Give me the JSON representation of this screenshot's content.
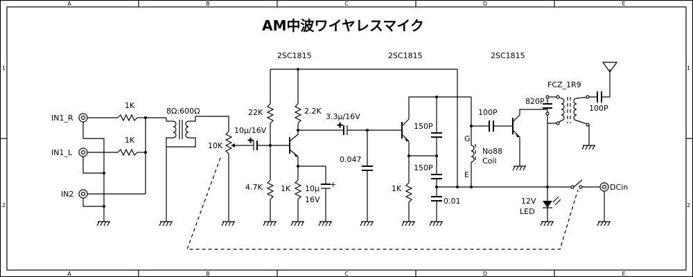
{
  "title": "AM中波ワイヤレスマイク",
  "grid": {
    "columns": [
      "A",
      "B",
      "C",
      "D",
      "E"
    ],
    "rows": [
      "1",
      "2"
    ]
  },
  "inputs": {
    "in1_r": "IN1_R",
    "in1_l": "IN1_L",
    "in2": "IN2",
    "dcin": "DCin"
  },
  "transistors": {
    "q1": "2SC1815",
    "q2": "2SC1815",
    "q3": "2SC1815"
  },
  "components": {
    "r_in1": "1K",
    "r_in2": "1K",
    "transformer": "8Ω:600Ω",
    "vr": "10K",
    "c_in": "10μ/16V",
    "r_b1": "22K",
    "r_b2": "4.7K",
    "r_c": "2.2K",
    "r_e": "1K",
    "c_e1": "10μ",
    "c_e2": "16V",
    "c_cpl": "3.3μ/16V",
    "c_047": "0.047",
    "c_150a": "150P",
    "c_150b": "150P",
    "r_e2": "1K",
    "c_001": "0.01",
    "coil_g": "G",
    "coil_e": "E",
    "coil1": "No88",
    "coil2": "Coil",
    "c_100a": "100P",
    "c_820": "820P",
    "fcz": "FCZ_1R9",
    "c_100b": "100P",
    "led1": "12V",
    "led2": "LED"
  },
  "colors": {
    "line": "#000000",
    "background": "#ffffff"
  }
}
